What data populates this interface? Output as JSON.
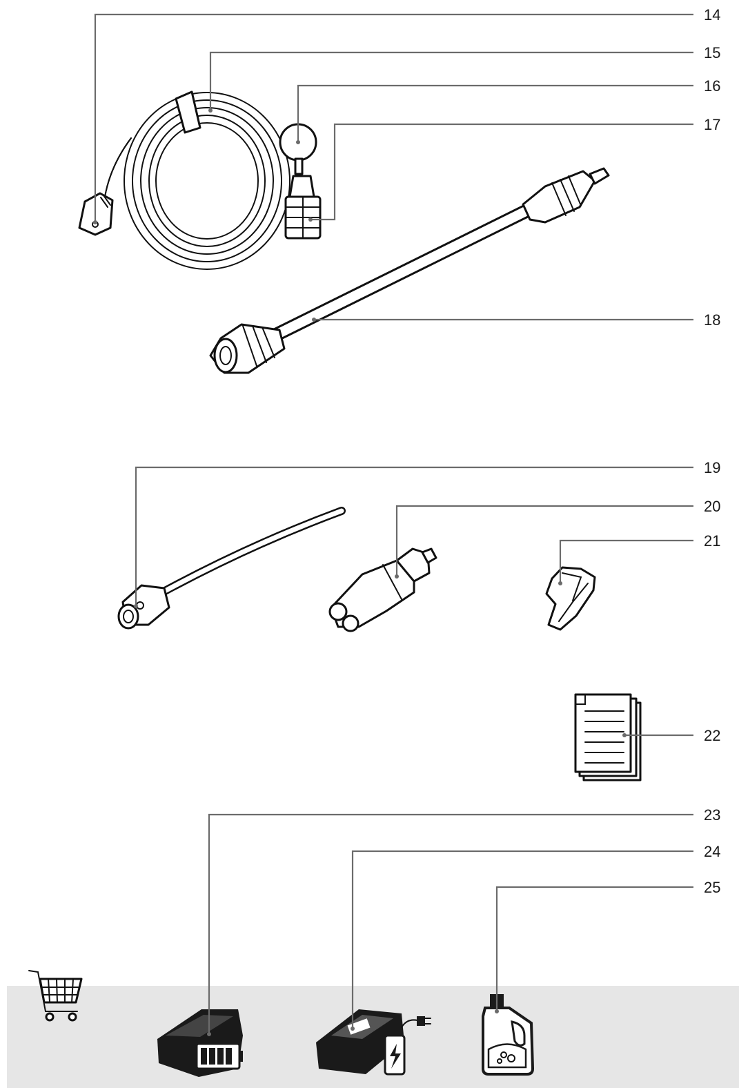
{
  "callouts": [
    "14",
    "15",
    "16",
    "17",
    "18",
    "19",
    "20",
    "21",
    "22",
    "23",
    "24",
    "25"
  ],
  "icons": {
    "cart": "shopping-cart-icon",
    "battery": "battery-pack-icon",
    "charger": "charger-icon",
    "detergent": "detergent-bottle-icon"
  },
  "colors": {
    "accessory_band": "#e6e6e6",
    "leader_line": "#6b6b6b",
    "outline": "#111111"
  }
}
